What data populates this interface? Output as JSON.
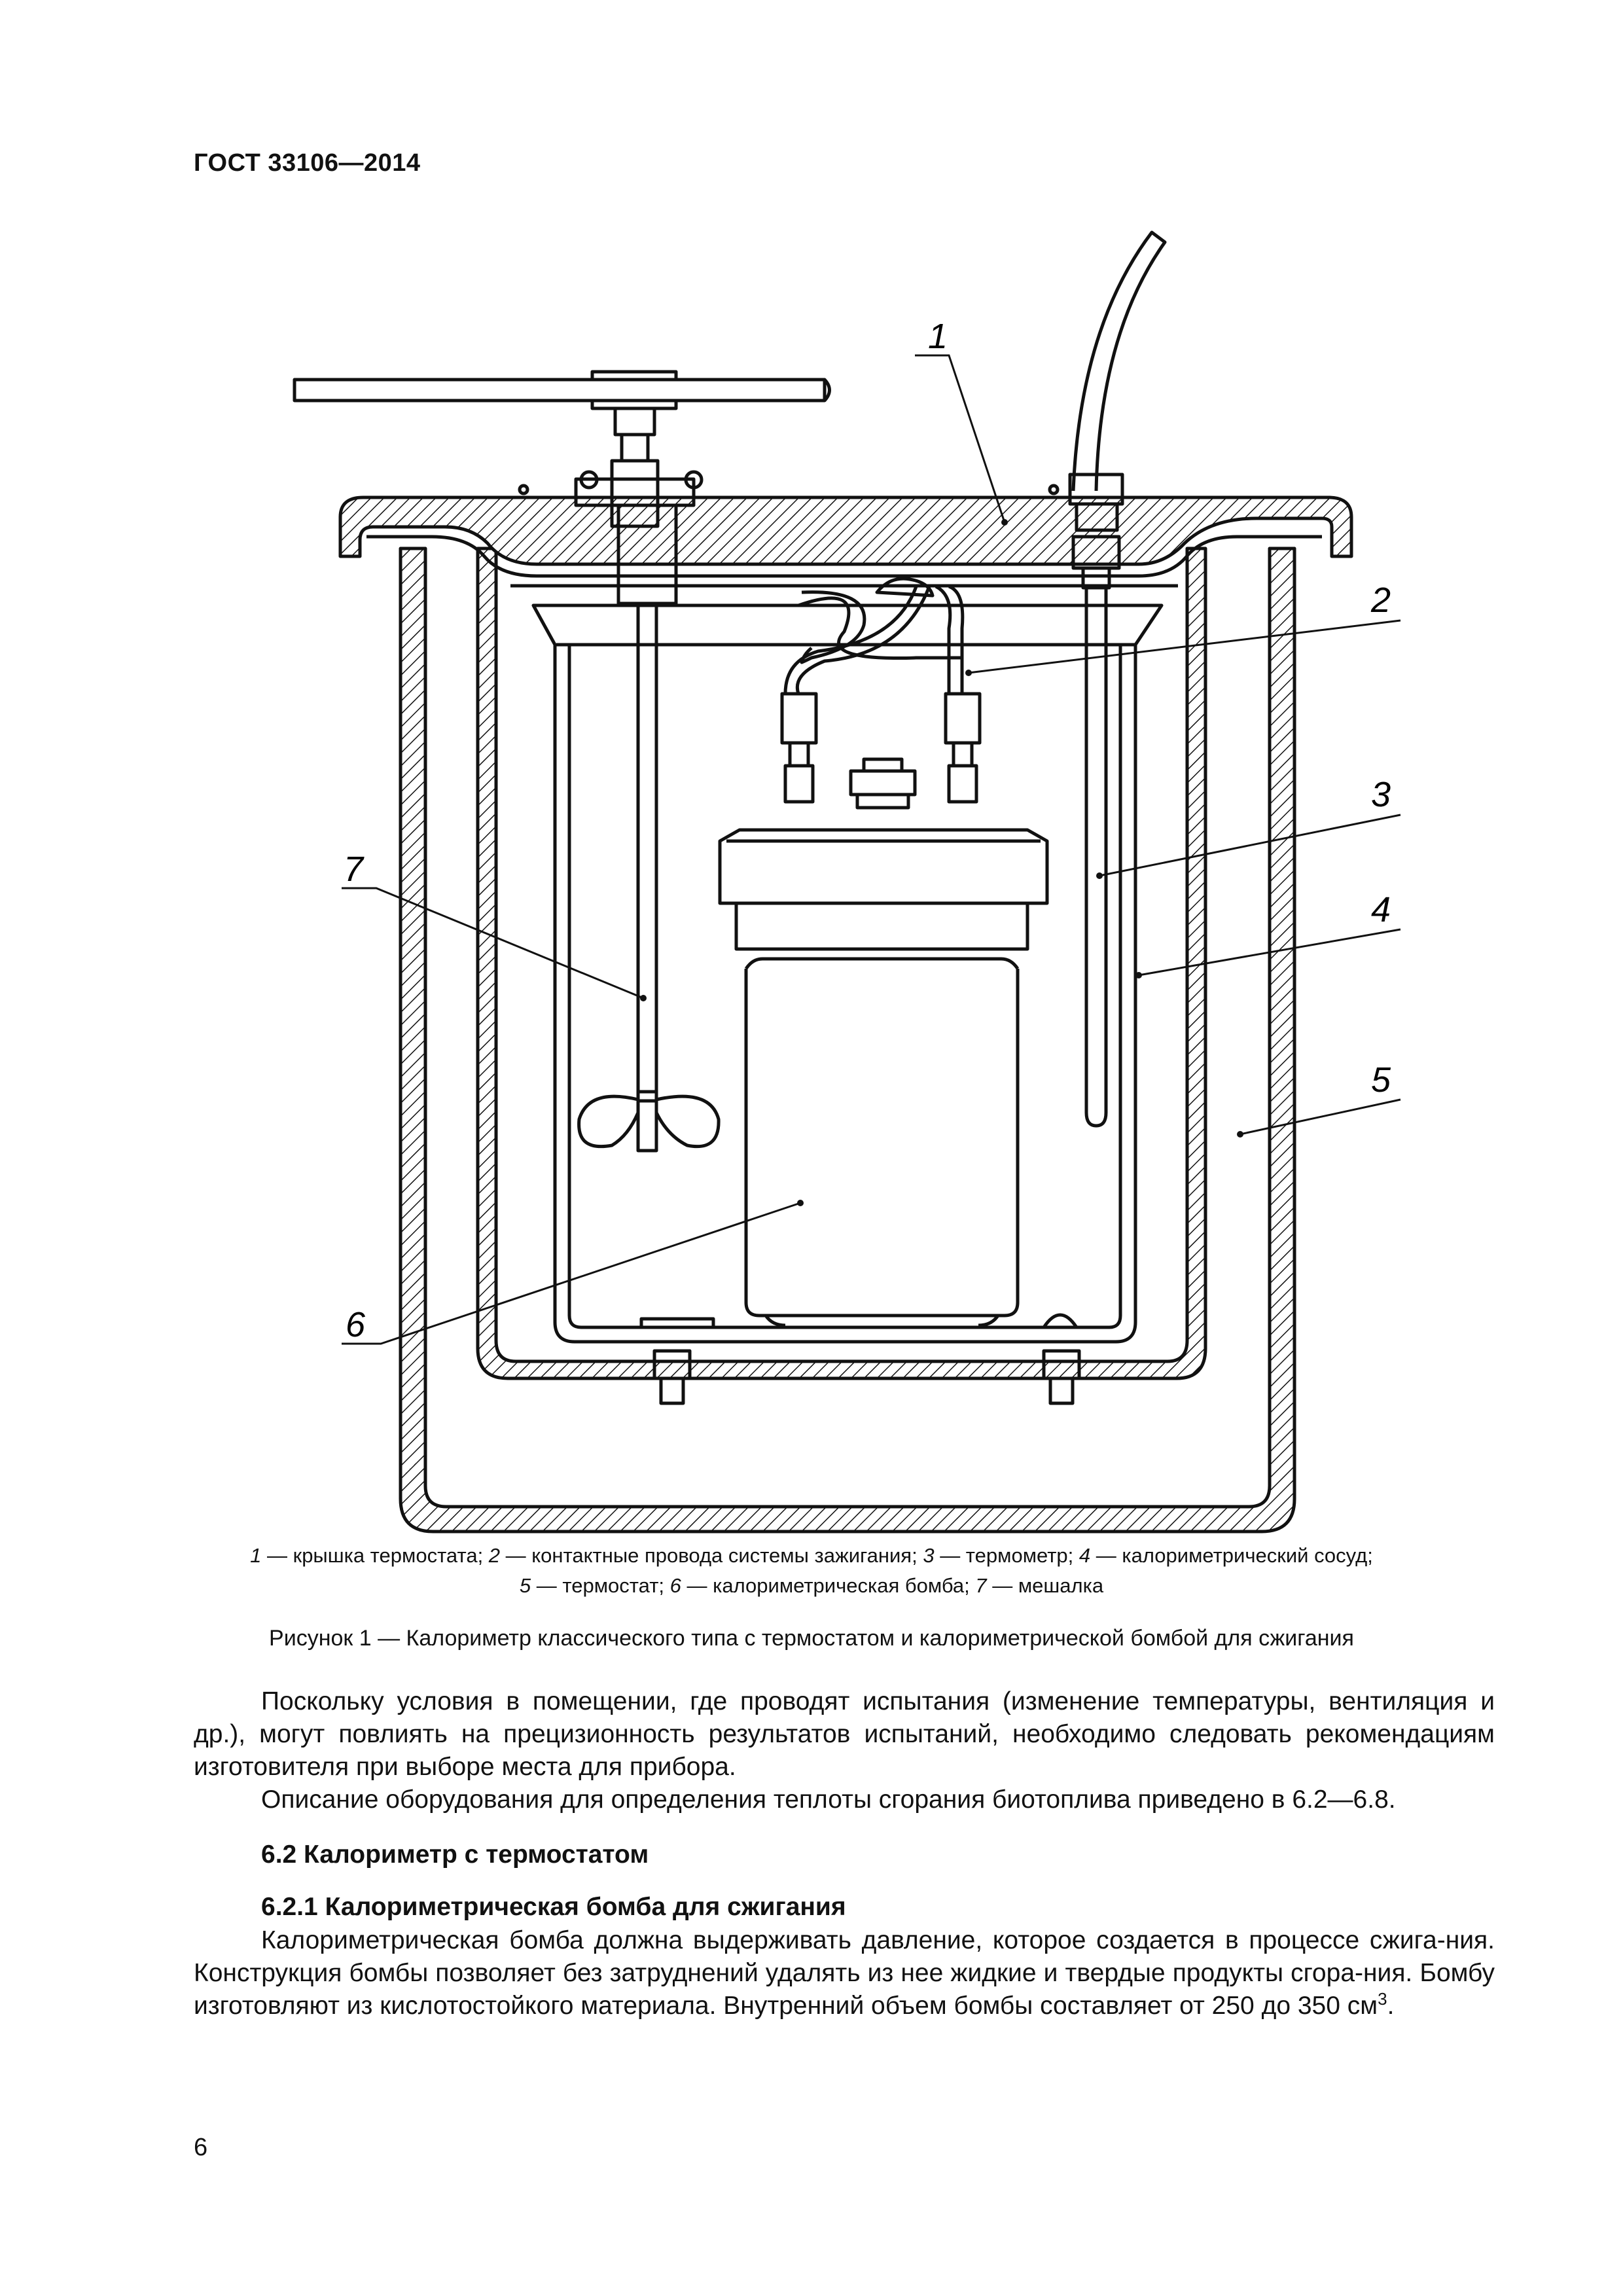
{
  "header": {
    "doc_id": "ГОСТ 33106—2014"
  },
  "figure": {
    "labels": [
      "1",
      "2",
      "3",
      "4",
      "5",
      "6",
      "7"
    ],
    "legend_line1": [
      {
        "num": "1",
        "text": " — крышка термостата; "
      },
      {
        "num": "2",
        "text": " — контактные провода системы зажигания; "
      },
      {
        "num": "3",
        "text": " — термометр; "
      },
      {
        "num": "4",
        "text": " — калориметрический сосуд;"
      }
    ],
    "legend_line2": [
      {
        "num": "5",
        "text": " — термостат; "
      },
      {
        "num": "6",
        "text": " — калориметрическая бомба; "
      },
      {
        "num": "7",
        "text": " — мешалка"
      }
    ],
    "caption": "Рисунок 1 — Калориметр классического типа с термостатом и калориметрической бомбой для сжигания"
  },
  "body": {
    "paragraph1": "Поскольку условия в помещении, где проводят испытания (изменение температуры, вентиляция и др.), могут повлиять на прецизионность результатов испытаний, необходимо следовать рекомендациям изготовителя при выборе места для прибора.",
    "paragraph2": "Описание оборудования для определения теплоты сгорания биотоплива приведено в 6.2—6.8.",
    "section_6_2": "6.2 Калориметр с термостатом",
    "section_6_2_1": "6.2.1 Калориметрическая бомба для сжигания",
    "paragraph3": "Калориметрическая бомба должна выдерживать давление, которое создается в процессе сжига-ния. Конструкция бомбы позволяет без затруднений удалять из нее жидкие и твердые продукты сгора-ния. Бомбу изготовляют из кислотостойкого материала. Внутренний объем бомбы составляет от 250 до 350 см",
    "paragraph3_sup": "3",
    "paragraph3_end": "."
  },
  "footer": {
    "page_number": "6"
  }
}
